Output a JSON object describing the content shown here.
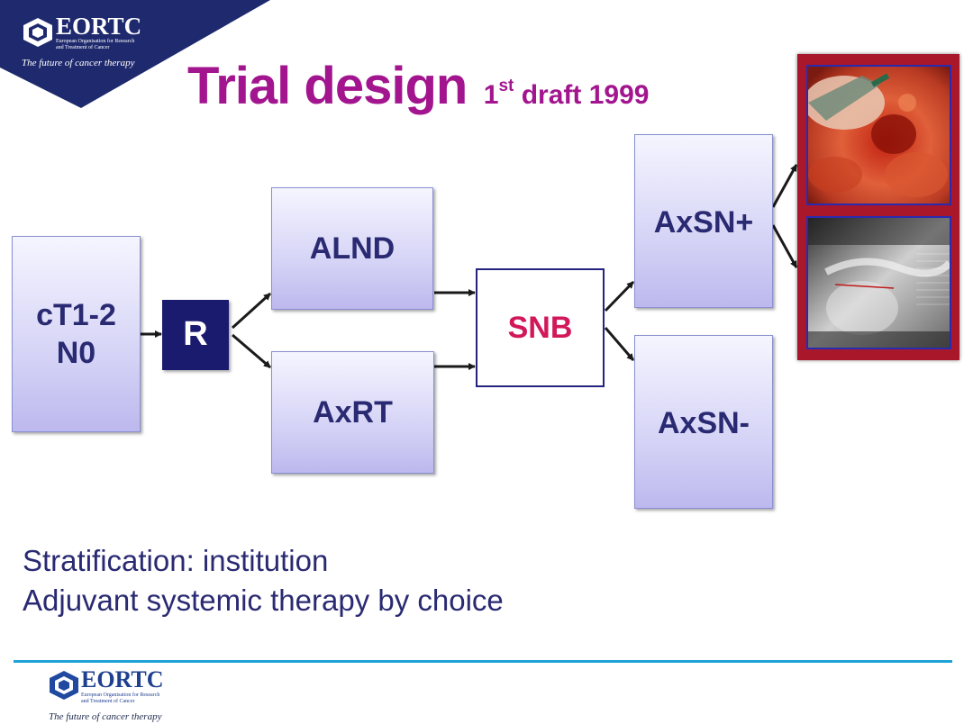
{
  "header": {
    "logo_name": "EORTC",
    "logo_org_line1": "European Organisation for Research",
    "logo_org_line2": "and Treatment of Cancer",
    "tagline": "The future of cancer therapy"
  },
  "title": {
    "main": "Trial design",
    "sub_ordinal_num": "1",
    "sub_ordinal_suffix": "st",
    "sub_rest": "draft 1999",
    "color": "#a2158f"
  },
  "diagram": {
    "start_line1": "cT1-2",
    "start_line2": "N0",
    "randomize": "R",
    "arm1": "ALND",
    "arm2": "AxRT",
    "node": "SNB",
    "outcome_pos": "AxSN+",
    "outcome_neg": "AxSN-",
    "colors": {
      "box_text": "#2a2a72",
      "r_box": "#1a1a6e",
      "snb_text": "#d2185a"
    }
  },
  "notes": [
    "Stratification: institution",
    "Adjuvant systemic therapy by choice"
  ],
  "footer": {
    "logo_name": "EORTC",
    "logo_org_line1": "European Organisation for Research",
    "logo_org_line2": "and Treatment of Cancer",
    "tagline": "The future of cancer therapy",
    "rule_color": "#1ea2d8"
  },
  "images": [
    {
      "name": "surgical-photo",
      "description_icon": "surgery-photo-icon"
    },
    {
      "name": "lymphoscintigraphy-image",
      "description_icon": "scan-image-icon"
    }
  ]
}
